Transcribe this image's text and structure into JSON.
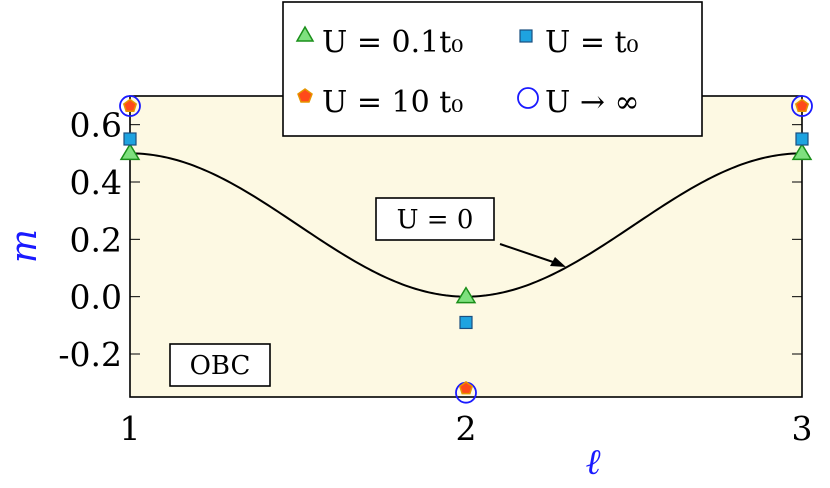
{
  "chart_data": {
    "type": "scatter",
    "xlabel": "ℓ",
    "ylabel": "m",
    "xlim": [
      1,
      3
    ],
    "ylim": [
      -0.35,
      0.7
    ],
    "x_ticks": [
      "1",
      "2",
      "3"
    ],
    "y_ticks": [
      "-0.2",
      "0.0",
      "0.2",
      "0.4",
      "0.6"
    ],
    "y_tick_values": [
      -0.2,
      0.0,
      0.2,
      0.4,
      0.6
    ],
    "background_color": "#fdf9e3",
    "curve": {
      "label": "U = 0",
      "type": "line",
      "color": "#000000",
      "description_points": {
        "x": [
          1,
          2,
          3
        ],
        "y": [
          0.5,
          0.0,
          0.5
        ]
      }
    },
    "series": [
      {
        "name": "U = 0.1t₀",
        "marker": "triangle",
        "fill": "#7ee07e",
        "stroke": "#1a8f1a",
        "x": [
          1,
          2,
          3
        ],
        "y": [
          0.5,
          0.0,
          0.5
        ]
      },
      {
        "name": "U = t₀",
        "marker": "square",
        "fill": "#1ea3e0",
        "stroke": "#1a4f80",
        "x": [
          1,
          2,
          3
        ],
        "y": [
          0.55,
          -0.09,
          0.55
        ]
      },
      {
        "name": "U = 10 t₀",
        "marker": "pentagon",
        "fill": "#ff4a1a",
        "stroke": "#e69500",
        "x": [
          1,
          2,
          3
        ],
        "y": [
          0.665,
          -0.32,
          0.665
        ]
      },
      {
        "name": "U → ∞",
        "marker": "circle",
        "fill": "none",
        "stroke": "#1a1aff",
        "x": [
          1,
          2,
          3
        ],
        "y": [
          0.665,
          -0.335,
          0.665
        ]
      }
    ],
    "annotations": [
      {
        "text": "U = 0"
      },
      {
        "text": "OBC"
      }
    ],
    "legend_placement": "top-center"
  }
}
